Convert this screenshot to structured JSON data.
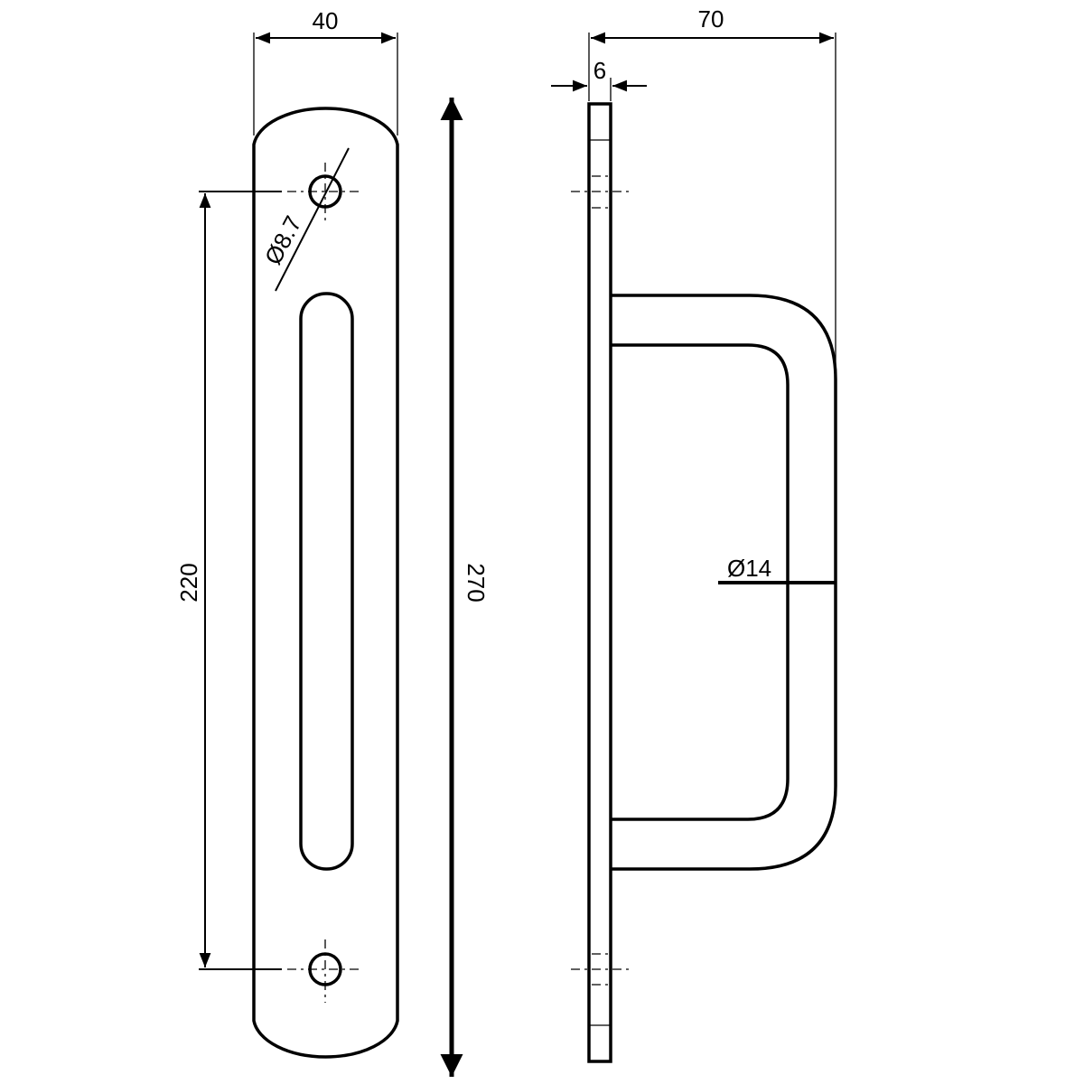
{
  "drawing": {
    "front_view": {
      "width_label": "40",
      "hole_spacing_label": "220",
      "overall_length_label": "270",
      "hole_diameter_label": "Ø8.7"
    },
    "side_view": {
      "projection_label": "70",
      "thickness_label": "6",
      "rod_diameter_label": "Ø14"
    },
    "colors": {
      "line": "#000000",
      "background": "#ffffff"
    }
  }
}
